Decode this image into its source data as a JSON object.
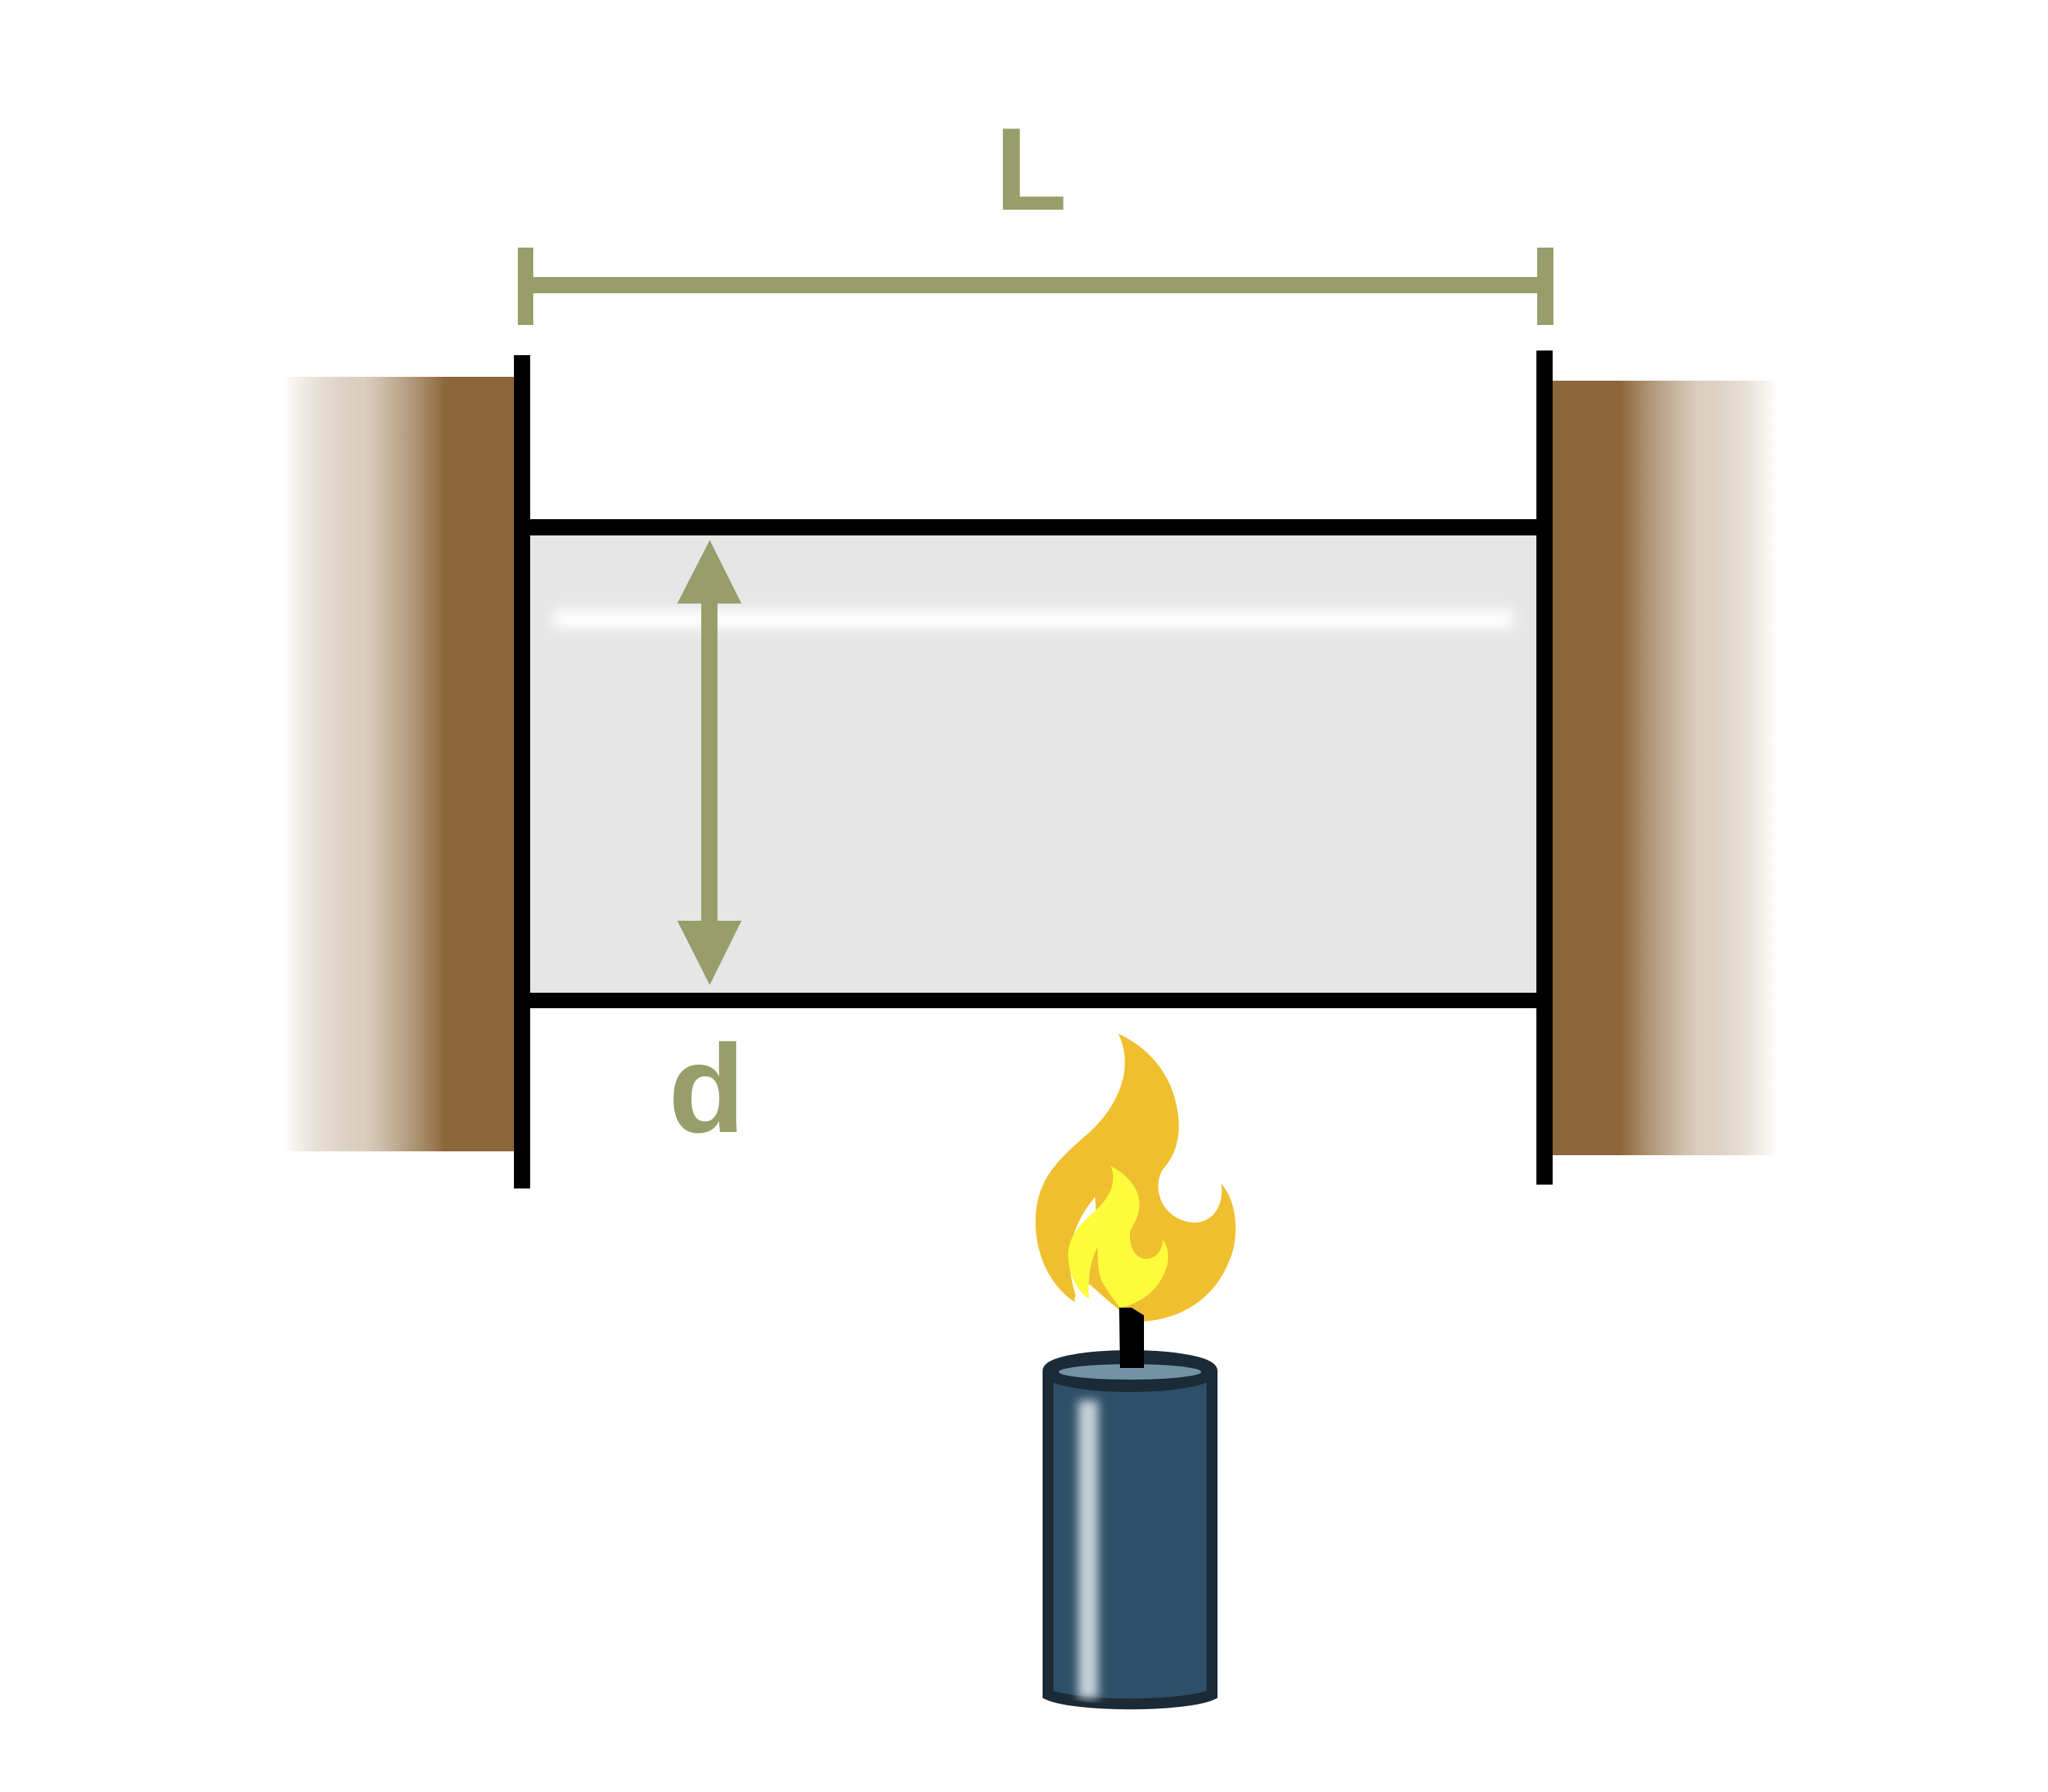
{
  "diagram": {
    "title": "Heated glass slab between walls",
    "labels": {
      "length": "L",
      "thickness": "d"
    },
    "colors": {
      "background": "#ffffff",
      "wall": "#8b673b",
      "outline": "#000000",
      "glass": "#e6e6e6",
      "dimension": "#979e6a",
      "flame_outer": "#efbf2f",
      "flame_inner": "#fdfc3a",
      "candle_body": "#2e4f67",
      "candle_outline": "#1a2a36",
      "candle_top": "#7393a5",
      "wick": "#000000"
    },
    "parts": [
      {
        "id": "left-wall",
        "label": "Left wall"
      },
      {
        "id": "right-wall",
        "label": "Right wall"
      },
      {
        "id": "slab",
        "label": "Slab"
      },
      {
        "id": "length-dimension",
        "label": "L"
      },
      {
        "id": "thickness-dimension",
        "label": "d"
      },
      {
        "id": "candle",
        "label": "Candle"
      }
    ]
  }
}
